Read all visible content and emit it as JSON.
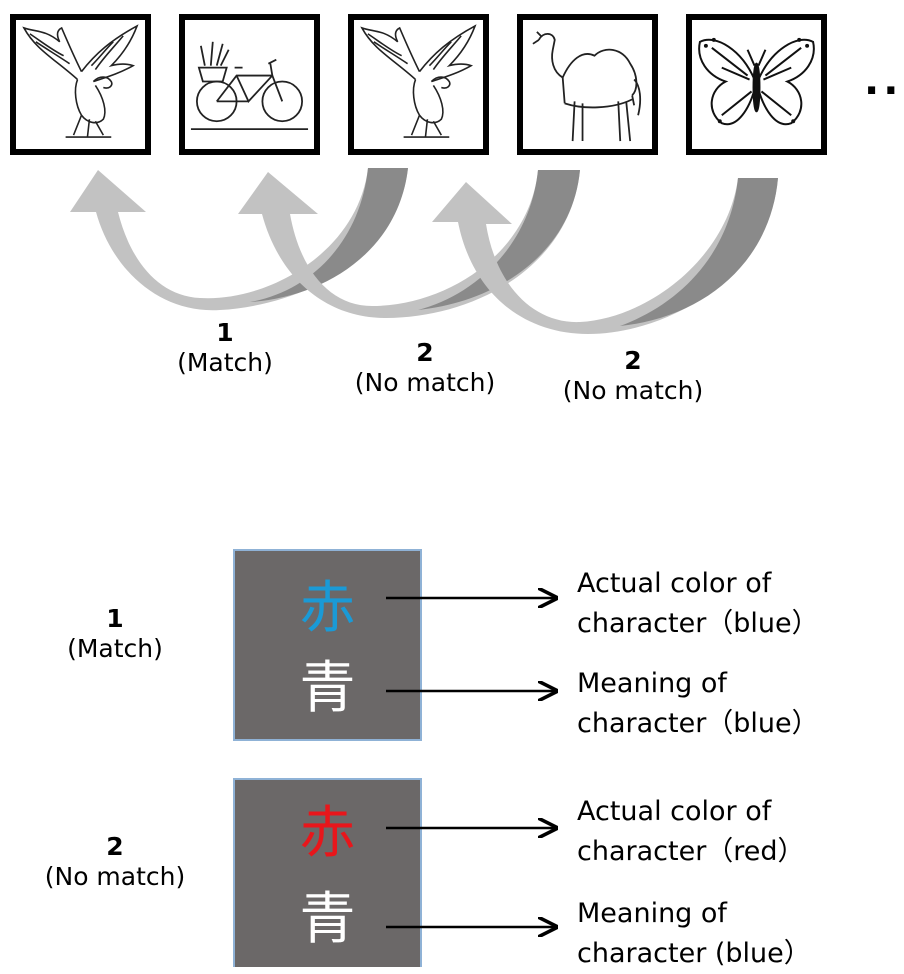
{
  "images": [
    {
      "subject": "eagle",
      "icon": "eagle-icon"
    },
    {
      "subject": "bicycle",
      "icon": "bicycle-icon"
    },
    {
      "subject": "eagle",
      "icon": "eagle-icon"
    },
    {
      "subject": "camel",
      "icon": "camel-icon"
    },
    {
      "subject": "butterfly",
      "icon": "butterfly-icon"
    }
  ],
  "continuation": "..",
  "comparisons": [
    {
      "number": "1",
      "result": "(Match)"
    },
    {
      "number": "2",
      "result": "(No match)"
    },
    {
      "number": "2",
      "result": "(No match)"
    }
  ],
  "stroop": [
    {
      "number": "1",
      "result": "(Match)",
      "top_char": "赤",
      "top_char_color": "#1a9ad6",
      "bottom_char": "青",
      "bottom_char_color": "#ffffff",
      "top_desc_line1": "Actual color of",
      "top_desc_line2": "character（blue）",
      "bottom_desc_line1": "Meaning of",
      "bottom_desc_line2": "character（blue）"
    },
    {
      "number": "2",
      "result": "(No match)",
      "top_char": "赤",
      "top_char_color": "#e8161b",
      "bottom_char": "青",
      "bottom_char_color": "#ffffff",
      "top_desc_line1": "Actual color of",
      "top_desc_line2": "character（red）",
      "bottom_desc_line1": "Meaning of",
      "bottom_desc_line2": "character (blue）"
    }
  ],
  "colors": {
    "arrow_light": "#c2c2c2",
    "arrow_dark": "#8a8a8a",
    "card_bg": "#6b6868",
    "card_border": "#8fb2d6"
  }
}
